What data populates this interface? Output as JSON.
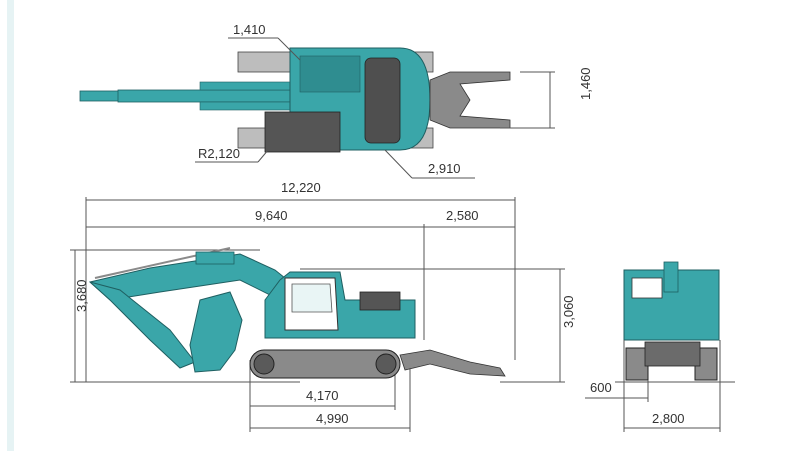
{
  "dimensions": {
    "top_width": "1,410",
    "top_height": "1,460",
    "turn_radius": "R2,120",
    "tail_swing": "2,910",
    "overall_length": "12,220",
    "front_length": "9,640",
    "rear_length": "2,580",
    "overall_height": "3,680",
    "cab_height": "3,060",
    "tumbler_distance": "4,170",
    "track_length": "4,990",
    "shoe_width": "600",
    "track_gauge_width": "2,800"
  },
  "colors": {
    "machine_teal": "#3aa6a9",
    "machine_teal_dark": "#1f7d80",
    "track_gray": "#6b6b6b",
    "dimension_line": "#555555",
    "frame_border": "#e6f3f4"
  }
}
